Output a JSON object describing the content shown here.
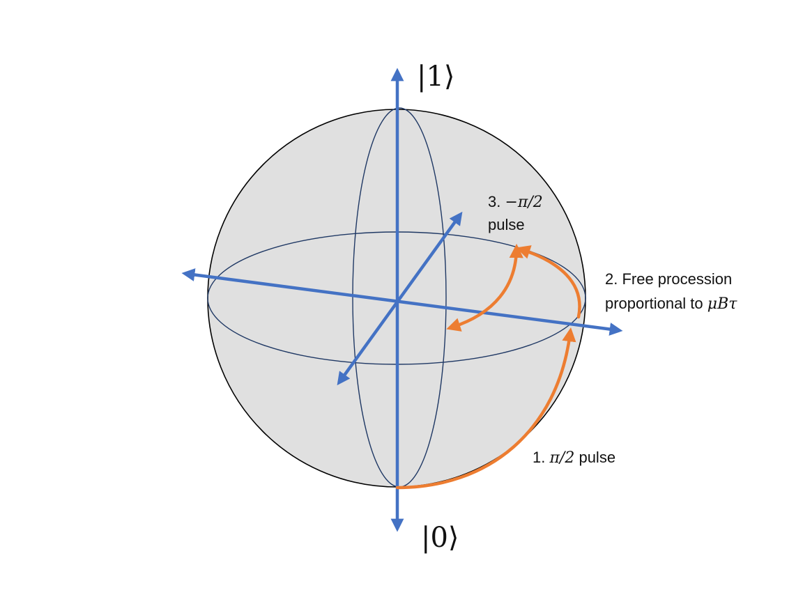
{
  "labels": {
    "state_one": "|1⟩",
    "state_zero": "|0⟩",
    "step1_number": "1. ",
    "step1_math": "π/2",
    "step1_text": " pulse",
    "step2_line1": "2. Free procession",
    "step2_line2_text": "proportional to ",
    "step2_line2_math": "μBτ",
    "step3_number": "3. ",
    "step3_math": "−π/2",
    "step3_line2": "pulse"
  },
  "colors": {
    "axis": "#4472C4",
    "path": "#ED7D31",
    "sphere_fill": "#E0E0E0",
    "sphere_outline": "#000000",
    "meridian": "#1F3864"
  }
}
